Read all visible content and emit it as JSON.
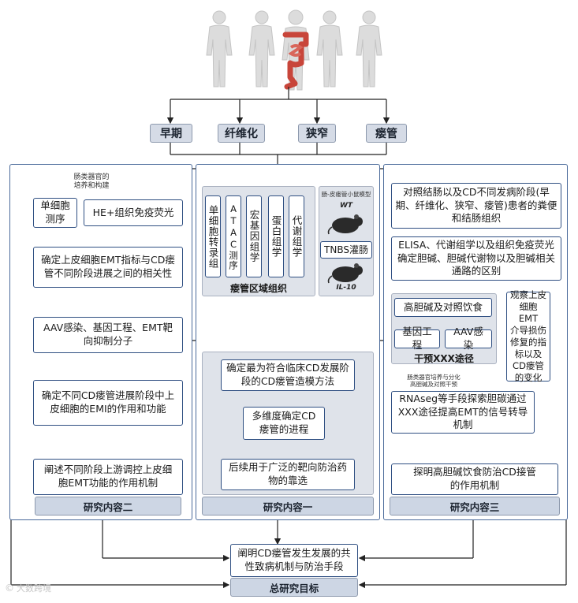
{
  "stages": [
    "早期",
    "纤维化",
    "狭窄",
    "瘘管"
  ],
  "left": {
    "top_note": "肠类器官的\n培养和构建",
    "single_cell": "单细胞\n测序",
    "he_if": "HE+组织免疫荧光",
    "emt_corr": "确定上皮细胞EMT指标与CD瘘\n管不同阶段进展之间的相关性",
    "aav": "AAV感染、基因工程、EMT靶\n向抑制分子",
    "emi_role": "确定不同CD瘘管进展阶段中上\n皮细胞的EMI的作用和功能",
    "elucidate": "阐述不同阶段上游调控上皮细\n胞EMT功能的作用机制",
    "footer": "研究内容二"
  },
  "middle": {
    "omics": [
      "单细胞转录组",
      "ATAC测序",
      "宏基因组学",
      "蛋白组学",
      "代谢组学"
    ],
    "omics_caption": "瘘管区域组织",
    "model_title": "肠-皮瘘管小鼠模型",
    "wt": "WT",
    "tnbs": "TNBS灌肠",
    "il10": "IL-10",
    "best_model": "确定最为符合临床CD发展阶\n段的CD瘘管造模方法",
    "multi_dim": "多维度确定CD\n瘘管的进程",
    "drug_target": "后续用于广泛的靶向防治药\n物的靠选",
    "footer": "研究内容一"
  },
  "right": {
    "compare": "对照结肠以及CD不同发病阶段(早\n期、纤维化、狭窄、瘘管)患者的粪便\n和结肠组织",
    "elisa": "ELISA、代谢组学以及组织免疫荧光\n确定胆碱、胆碱代谢物以及胆碱相关\n通路的区别",
    "diet": "高胆碱及对照饮食",
    "gene_eng": "基因工程",
    "aav": "AAV感染",
    "intervene": "干预XXX途径",
    "observe": "观察上皮\n细胞EMT\n介导损伤\n修复的指\n标以及\nCD瘘管\n的变化",
    "organoid_note": "肠类器官培养与分化\n高胆碱及对照干预",
    "rnaseq": "RNAseg等手段探索胆碳通过\nXXX途径提高EMT的信号转导\n机制",
    "explore": "探明高胆碱饮食防治CD接管\n的作用机制",
    "footer": "研究内容三"
  },
  "goal": {
    "text": "阐明CD瘘管发生发展的共\n性致病机制与防治手段",
    "label": "总研究目标"
  },
  "watermark": "大数跨境",
  "colors": {
    "box_border": "#2f4f82",
    "panel_border": "#4a6a9a",
    "stage_fill": "#d5dbe6",
    "footer_fill": "#cdd6e4",
    "intestine": "#c8453a",
    "body": "#dcdcdc"
  }
}
